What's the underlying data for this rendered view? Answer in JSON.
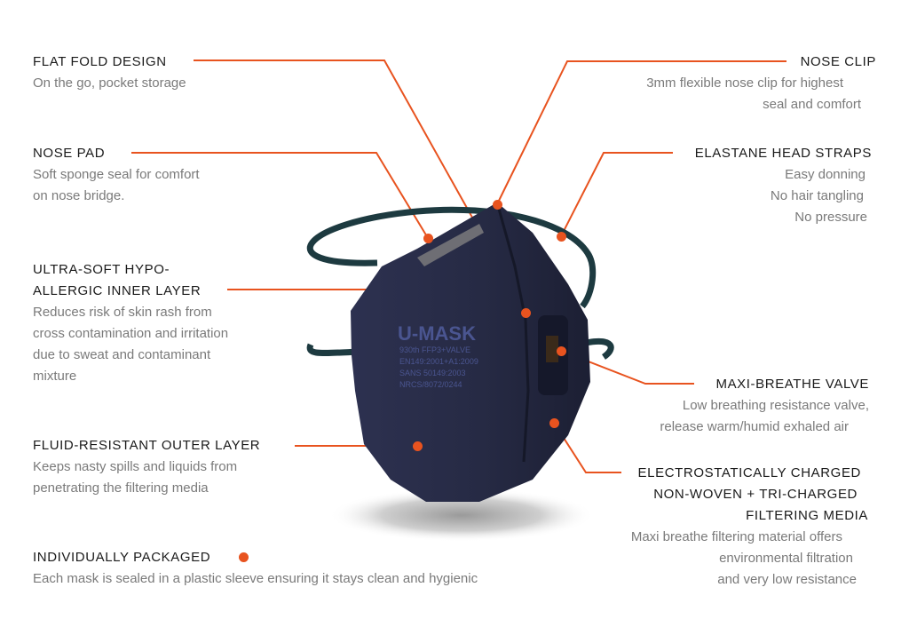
{
  "colors": {
    "accent": "#e8531f",
    "mask": "#282c46",
    "strap": "#1d3a40"
  },
  "mask_print": {
    "brand": "U-MASK",
    "lines": [
      "930th FFP3+VALVE",
      "EN149:2001+A1:2009",
      "SANS 50149:2003",
      "NRCS/8072/0244"
    ]
  },
  "left": [
    {
      "title": "FLAT FOLD DESIGN",
      "desc": [
        "On the go, pocket storage"
      ]
    },
    {
      "title": "NOSE PAD",
      "desc": [
        "Soft sponge seal for comfort",
        "on nose bridge."
      ]
    },
    {
      "title": [
        "ULTRA-SOFT HYPO-",
        "ALLERGIC INNER LAYER"
      ],
      "desc": [
        "Reduces risk of skin rash from",
        "cross contamination and irritation",
        "due to sweat and contaminant",
        "mixture"
      ]
    },
    {
      "title": "FLUID-RESISTANT OUTER LAYER",
      "desc": [
        "Keeps nasty spills and liquids from",
        "penetrating the filtering media"
      ]
    },
    {
      "title": "INDIVIDUALLY PACKAGED",
      "desc": [
        "Each mask is sealed in a plastic sleeve ensuring it stays clean and hygienic"
      ]
    }
  ],
  "right": [
    {
      "title": "NOSE CLIP",
      "desc": [
        "3mm flexible nose clip for highest",
        "seal and comfort"
      ]
    },
    {
      "title": "ELASTANE HEAD STRAPS",
      "desc": [
        "Easy donning",
        "No hair tangling",
        "No pressure"
      ]
    },
    {
      "title": "MAXI-BREATHE VALVE",
      "desc": [
        "Low breathing resistance valve,",
        "release warm/humid exhaled air"
      ]
    },
    {
      "title": [
        "ELECTROSTATICALLY CHARGED",
        "NON-WOVEN + TRI-CHARGED",
        "FILTERING MEDIA"
      ],
      "desc": [
        "Maxi breathe filtering material offers",
        "environmental filtration",
        "and very low resistance"
      ]
    }
  ]
}
